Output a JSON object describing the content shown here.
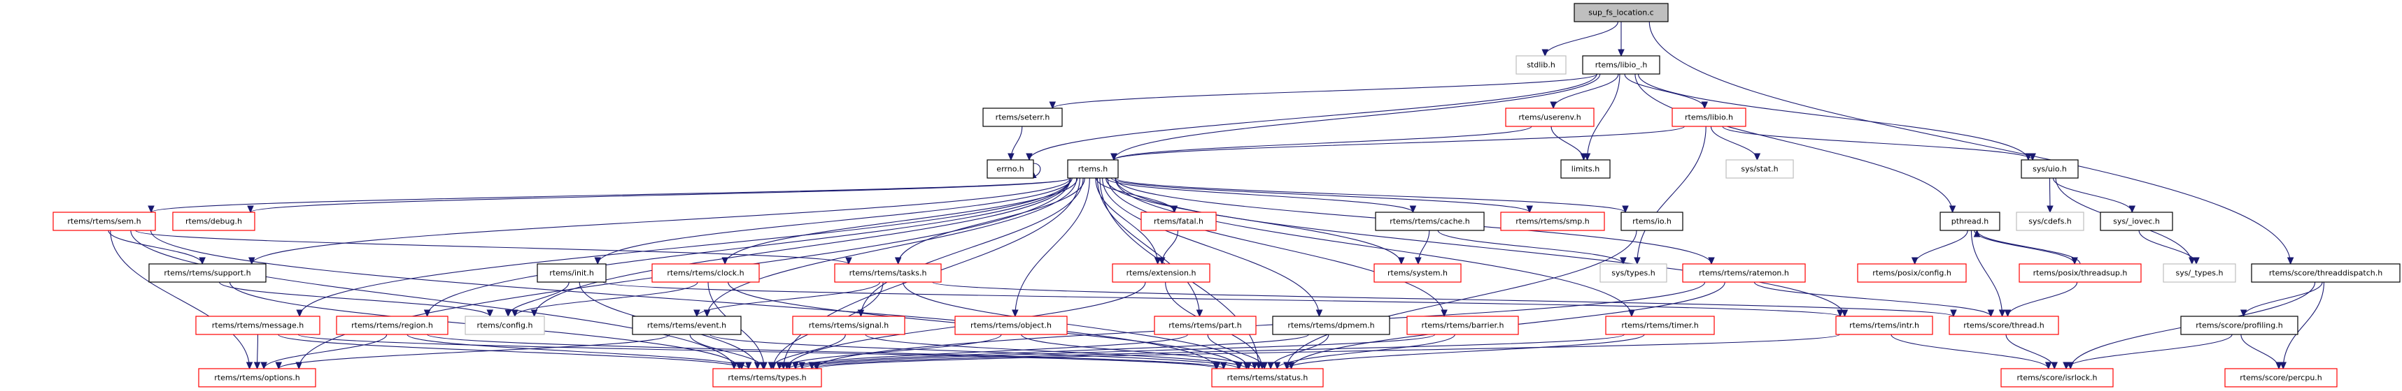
{
  "title": "sup_fs_location.c",
  "styles": {
    "root": {
      "fill": "#bfbfbf",
      "stroke": "#000000"
    },
    "documented": {
      "fill": "#ffffff",
      "stroke": "#000000"
    },
    "truncated": {
      "fill": "#ffffff",
      "stroke": "#ff0000"
    },
    "system": {
      "fill": "#ffffff",
      "stroke": "#bfbfbf"
    },
    "edge_color": "#191970"
  },
  "nodes": [
    {
      "id": "root",
      "label": "sup_fs_location.c",
      "style": "root"
    },
    {
      "id": "stdlib",
      "label": "stdlib.h",
      "style": "system"
    },
    {
      "id": "libio_",
      "label": "rtems/libio_.h",
      "style": "documented"
    },
    {
      "id": "seterr",
      "label": "rtems/seterr.h",
      "style": "documented"
    },
    {
      "id": "userenv",
      "label": "rtems/userenv.h",
      "style": "truncated"
    },
    {
      "id": "libio",
      "label": "rtems/libio.h",
      "style": "truncated"
    },
    {
      "id": "errno",
      "label": "errno.h",
      "style": "documented"
    },
    {
      "id": "rtems",
      "label": "rtems.h",
      "style": "documented"
    },
    {
      "id": "limits",
      "label": "limits.h",
      "style": "documented"
    },
    {
      "id": "sysstat",
      "label": "sys/stat.h",
      "style": "system"
    },
    {
      "id": "sysuio",
      "label": "sys/uio.h",
      "style": "documented"
    },
    {
      "id": "sem",
      "label": "rtems/rtems/sem.h",
      "style": "truncated"
    },
    {
      "id": "debug",
      "label": "rtems/debug.h",
      "style": "truncated"
    },
    {
      "id": "fatal",
      "label": "rtems/fatal.h",
      "style": "truncated"
    },
    {
      "id": "cache",
      "label": "rtems/rtems/cache.h",
      "style": "documented"
    },
    {
      "id": "smp",
      "label": "rtems/rtems/smp.h",
      "style": "truncated"
    },
    {
      "id": "io",
      "label": "rtems/io.h",
      "style": "documented"
    },
    {
      "id": "pthread",
      "label": "pthread.h",
      "style": "documented"
    },
    {
      "id": "syscdefs",
      "label": "sys/cdefs.h",
      "style": "system"
    },
    {
      "id": "sysiovec",
      "label": "sys/_iovec.h",
      "style": "documented"
    },
    {
      "id": "support",
      "label": "rtems/rtems/support.h",
      "style": "documented"
    },
    {
      "id": "init",
      "label": "rtems/init.h",
      "style": "documented"
    },
    {
      "id": "clock",
      "label": "rtems/rtems/clock.h",
      "style": "truncated"
    },
    {
      "id": "tasks",
      "label": "rtems/rtems/tasks.h",
      "style": "truncated"
    },
    {
      "id": "extension",
      "label": "rtems/extension.h",
      "style": "truncated"
    },
    {
      "id": "system",
      "label": "rtems/system.h",
      "style": "truncated"
    },
    {
      "id": "systypes",
      "label": "sys/types.h",
      "style": "system"
    },
    {
      "id": "ratemon",
      "label": "rtems/rtems/ratemon.h",
      "style": "truncated"
    },
    {
      "id": "posixconfig",
      "label": "rtems/posix/config.h",
      "style": "truncated"
    },
    {
      "id": "threadsup",
      "label": "rtems/posix/threadsup.h",
      "style": "truncated"
    },
    {
      "id": "sys_types",
      "label": "sys/_types.h",
      "style": "system"
    },
    {
      "id": "threaddispatch",
      "label": "rtems/score/threaddispatch.h",
      "style": "documented"
    },
    {
      "id": "message",
      "label": "rtems/rtems/message.h",
      "style": "truncated"
    },
    {
      "id": "region",
      "label": "rtems/rtems/region.h",
      "style": "truncated"
    },
    {
      "id": "config",
      "label": "rtems/config.h",
      "style": "system"
    },
    {
      "id": "event",
      "label": "rtems/rtems/event.h",
      "style": "documented"
    },
    {
      "id": "signal",
      "label": "rtems/rtems/signal.h",
      "style": "truncated"
    },
    {
      "id": "object",
      "label": "rtems/rtems/object.h",
      "style": "truncated"
    },
    {
      "id": "part",
      "label": "rtems/rtems/part.h",
      "style": "truncated"
    },
    {
      "id": "dpmem",
      "label": "rtems/rtems/dpmem.h",
      "style": "documented"
    },
    {
      "id": "barrier",
      "label": "rtems/rtems/barrier.h",
      "style": "truncated"
    },
    {
      "id": "timer",
      "label": "rtems/rtems/timer.h",
      "style": "truncated"
    },
    {
      "id": "intr",
      "label": "rtems/rtems/intr.h",
      "style": "truncated"
    },
    {
      "id": "thread",
      "label": "rtems/score/thread.h",
      "style": "truncated"
    },
    {
      "id": "profiling",
      "label": "rtems/score/profiling.h",
      "style": "documented"
    },
    {
      "id": "options",
      "label": "rtems/rtems/options.h",
      "style": "truncated"
    },
    {
      "id": "types",
      "label": "rtems/rtems/types.h",
      "style": "truncated"
    },
    {
      "id": "status",
      "label": "rtems/rtems/status.h",
      "style": "truncated"
    },
    {
      "id": "isrlock",
      "label": "rtems/score/isrlock.h",
      "style": "truncated"
    },
    {
      "id": "percpu",
      "label": "rtems/score/percpu.h",
      "style": "truncated"
    }
  ],
  "edges": [
    [
      "root",
      "stdlib"
    ],
    [
      "root",
      "libio_"
    ],
    [
      "root",
      "threaddispatch"
    ],
    [
      "libio_",
      "seterr"
    ],
    [
      "libio_",
      "errno"
    ],
    [
      "libio_",
      "rtems"
    ],
    [
      "libio_",
      "userenv"
    ],
    [
      "libio_",
      "limits"
    ],
    [
      "libio_",
      "libio"
    ],
    [
      "libio_",
      "sysuio"
    ],
    [
      "libio_",
      "pthread"
    ],
    [
      "seterr",
      "errno"
    ],
    [
      "userenv",
      "rtems"
    ],
    [
      "userenv",
      "limits"
    ],
    [
      "libio",
      "rtems"
    ],
    [
      "libio",
      "sysstat"
    ],
    [
      "libio",
      "systypes"
    ],
    [
      "libio",
      "sysuio"
    ],
    [
      "errno",
      "errno"
    ],
    [
      "rtems",
      "sem"
    ],
    [
      "rtems",
      "debug"
    ],
    [
      "rtems",
      "fatal"
    ],
    [
      "rtems",
      "cache"
    ],
    [
      "rtems",
      "smp"
    ],
    [
      "rtems",
      "io"
    ],
    [
      "rtems",
      "support"
    ],
    [
      "rtems",
      "init"
    ],
    [
      "rtems",
      "clock"
    ],
    [
      "rtems",
      "tasks"
    ],
    [
      "rtems",
      "extension"
    ],
    [
      "rtems",
      "system"
    ],
    [
      "rtems",
      "ratemon"
    ],
    [
      "rtems",
      "message"
    ],
    [
      "rtems",
      "region"
    ],
    [
      "rtems",
      "config"
    ],
    [
      "rtems",
      "event"
    ],
    [
      "rtems",
      "signal"
    ],
    [
      "rtems",
      "object"
    ],
    [
      "rtems",
      "part"
    ],
    [
      "rtems",
      "dpmem"
    ],
    [
      "rtems",
      "barrier"
    ],
    [
      "rtems",
      "timer"
    ],
    [
      "rtems",
      "intr"
    ],
    [
      "rtems",
      "options"
    ],
    [
      "rtems",
      "types"
    ],
    [
      "rtems",
      "status"
    ],
    [
      "sysuio",
      "syscdefs"
    ],
    [
      "sysuio",
      "sysiovec"
    ],
    [
      "sysuio",
      "sys_types"
    ],
    [
      "sysiovec",
      "sys_types"
    ],
    [
      "pthread",
      "posixconfig"
    ],
    [
      "pthread",
      "threadsup"
    ],
    [
      "pthread",
      "thread"
    ],
    [
      "threadsup",
      "pthread"
    ],
    [
      "threadsup",
      "thread"
    ],
    [
      "sem",
      "support"
    ],
    [
      "sem",
      "tasks"
    ],
    [
      "sem",
      "options"
    ],
    [
      "sem",
      "types"
    ],
    [
      "sem",
      "status"
    ],
    [
      "fatal",
      "extension"
    ],
    [
      "cache",
      "system"
    ],
    [
      "cache",
      "systypes"
    ],
    [
      "io",
      "status"
    ],
    [
      "support",
      "config"
    ],
    [
      "support",
      "types"
    ],
    [
      "init",
      "config"
    ],
    [
      "init",
      "types"
    ],
    [
      "init",
      "intr"
    ],
    [
      "clock",
      "config"
    ],
    [
      "clock",
      "types"
    ],
    [
      "clock",
      "status"
    ],
    [
      "tasks",
      "event"
    ],
    [
      "tasks",
      "types"
    ],
    [
      "tasks",
      "status"
    ],
    [
      "tasks",
      "thread"
    ],
    [
      "extension",
      "types"
    ],
    [
      "extension",
      "status"
    ],
    [
      "ratemon",
      "types"
    ],
    [
      "ratemon",
      "status"
    ],
    [
      "ratemon",
      "thread"
    ],
    [
      "message",
      "options"
    ],
    [
      "message",
      "types"
    ],
    [
      "message",
      "status"
    ],
    [
      "region",
      "options"
    ],
    [
      "region",
      "types"
    ],
    [
      "region",
      "status"
    ],
    [
      "event",
      "options"
    ],
    [
      "event",
      "types"
    ],
    [
      "event",
      "status"
    ],
    [
      "signal",
      "types"
    ],
    [
      "signal",
      "status"
    ],
    [
      "object",
      "types"
    ],
    [
      "object",
      "status"
    ],
    [
      "part",
      "types"
    ],
    [
      "part",
      "status"
    ],
    [
      "dpmem",
      "types"
    ],
    [
      "dpmem",
      "status"
    ],
    [
      "barrier",
      "types"
    ],
    [
      "barrier",
      "status"
    ],
    [
      "timer",
      "types"
    ],
    [
      "timer",
      "status"
    ],
    [
      "intr",
      "types"
    ],
    [
      "intr",
      "isrlock"
    ],
    [
      "thread",
      "isrlock"
    ],
    [
      "threaddispatch",
      "profiling"
    ],
    [
      "threaddispatch",
      "isrlock"
    ],
    [
      "threaddispatch",
      "percpu"
    ],
    [
      "profiling",
      "isrlock"
    ],
    [
      "profiling",
      "percpu"
    ]
  ]
}
